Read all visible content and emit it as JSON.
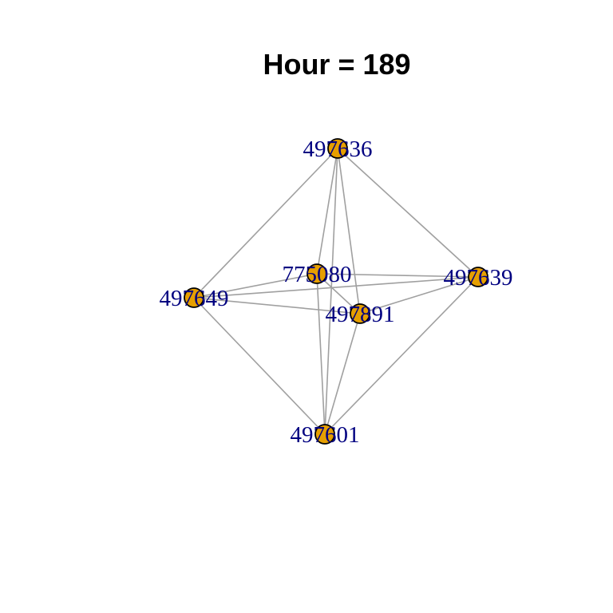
{
  "title": "Hour = 189",
  "colors": {
    "node_fill": "#e69f00",
    "node_border": "#000000",
    "edge": "#a0a0a0",
    "label": "#000080",
    "background": "#ffffff"
  },
  "nodes": [
    {
      "id": "497636",
      "label": "497636"
    },
    {
      "id": "775080",
      "label": "775080"
    },
    {
      "id": "497639",
      "label": "497639"
    },
    {
      "id": "497649",
      "label": "497649"
    },
    {
      "id": "497891",
      "label": "497891"
    },
    {
      "id": "497601",
      "label": "497601"
    }
  ],
  "edges": [
    {
      "from": "497636",
      "to": "497649"
    },
    {
      "from": "497636",
      "to": "497639"
    },
    {
      "from": "497636",
      "to": "775080"
    },
    {
      "from": "497636",
      "to": "497891"
    },
    {
      "from": "497636",
      "to": "497601"
    },
    {
      "from": "775080",
      "to": "497649"
    },
    {
      "from": "775080",
      "to": "497639"
    },
    {
      "from": "775080",
      "to": "497891"
    },
    {
      "from": "775080",
      "to": "497601"
    },
    {
      "from": "497649",
      "to": "497639"
    },
    {
      "from": "497649",
      "to": "497891"
    },
    {
      "from": "497649",
      "to": "497601"
    },
    {
      "from": "497639",
      "to": "497891"
    },
    {
      "from": "497639",
      "to": "497601"
    },
    {
      "from": "497891",
      "to": "497601"
    }
  ]
}
